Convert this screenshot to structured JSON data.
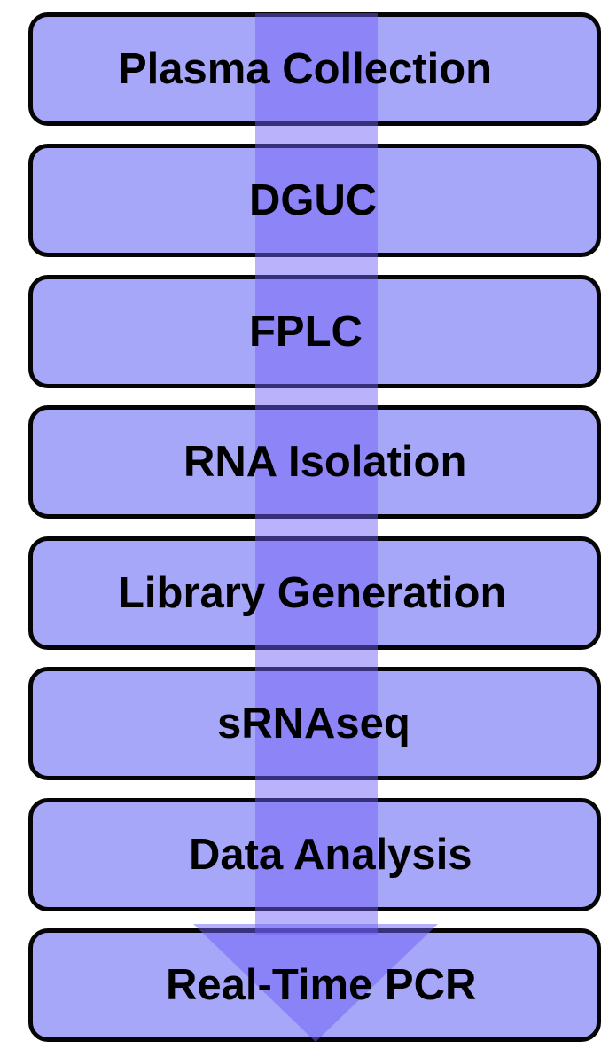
{
  "steps": [
    "Plasma Collection",
    "DGUC",
    "FPLC",
    "RNA Isolation",
    "Library Generation",
    "sRNAseq",
    "Data Analysis",
    "Real-Time PCR"
  ],
  "colors": {
    "box_fill": "#a7a7fa",
    "arrow_fill": "#7a6cf2",
    "border": "#050505"
  }
}
